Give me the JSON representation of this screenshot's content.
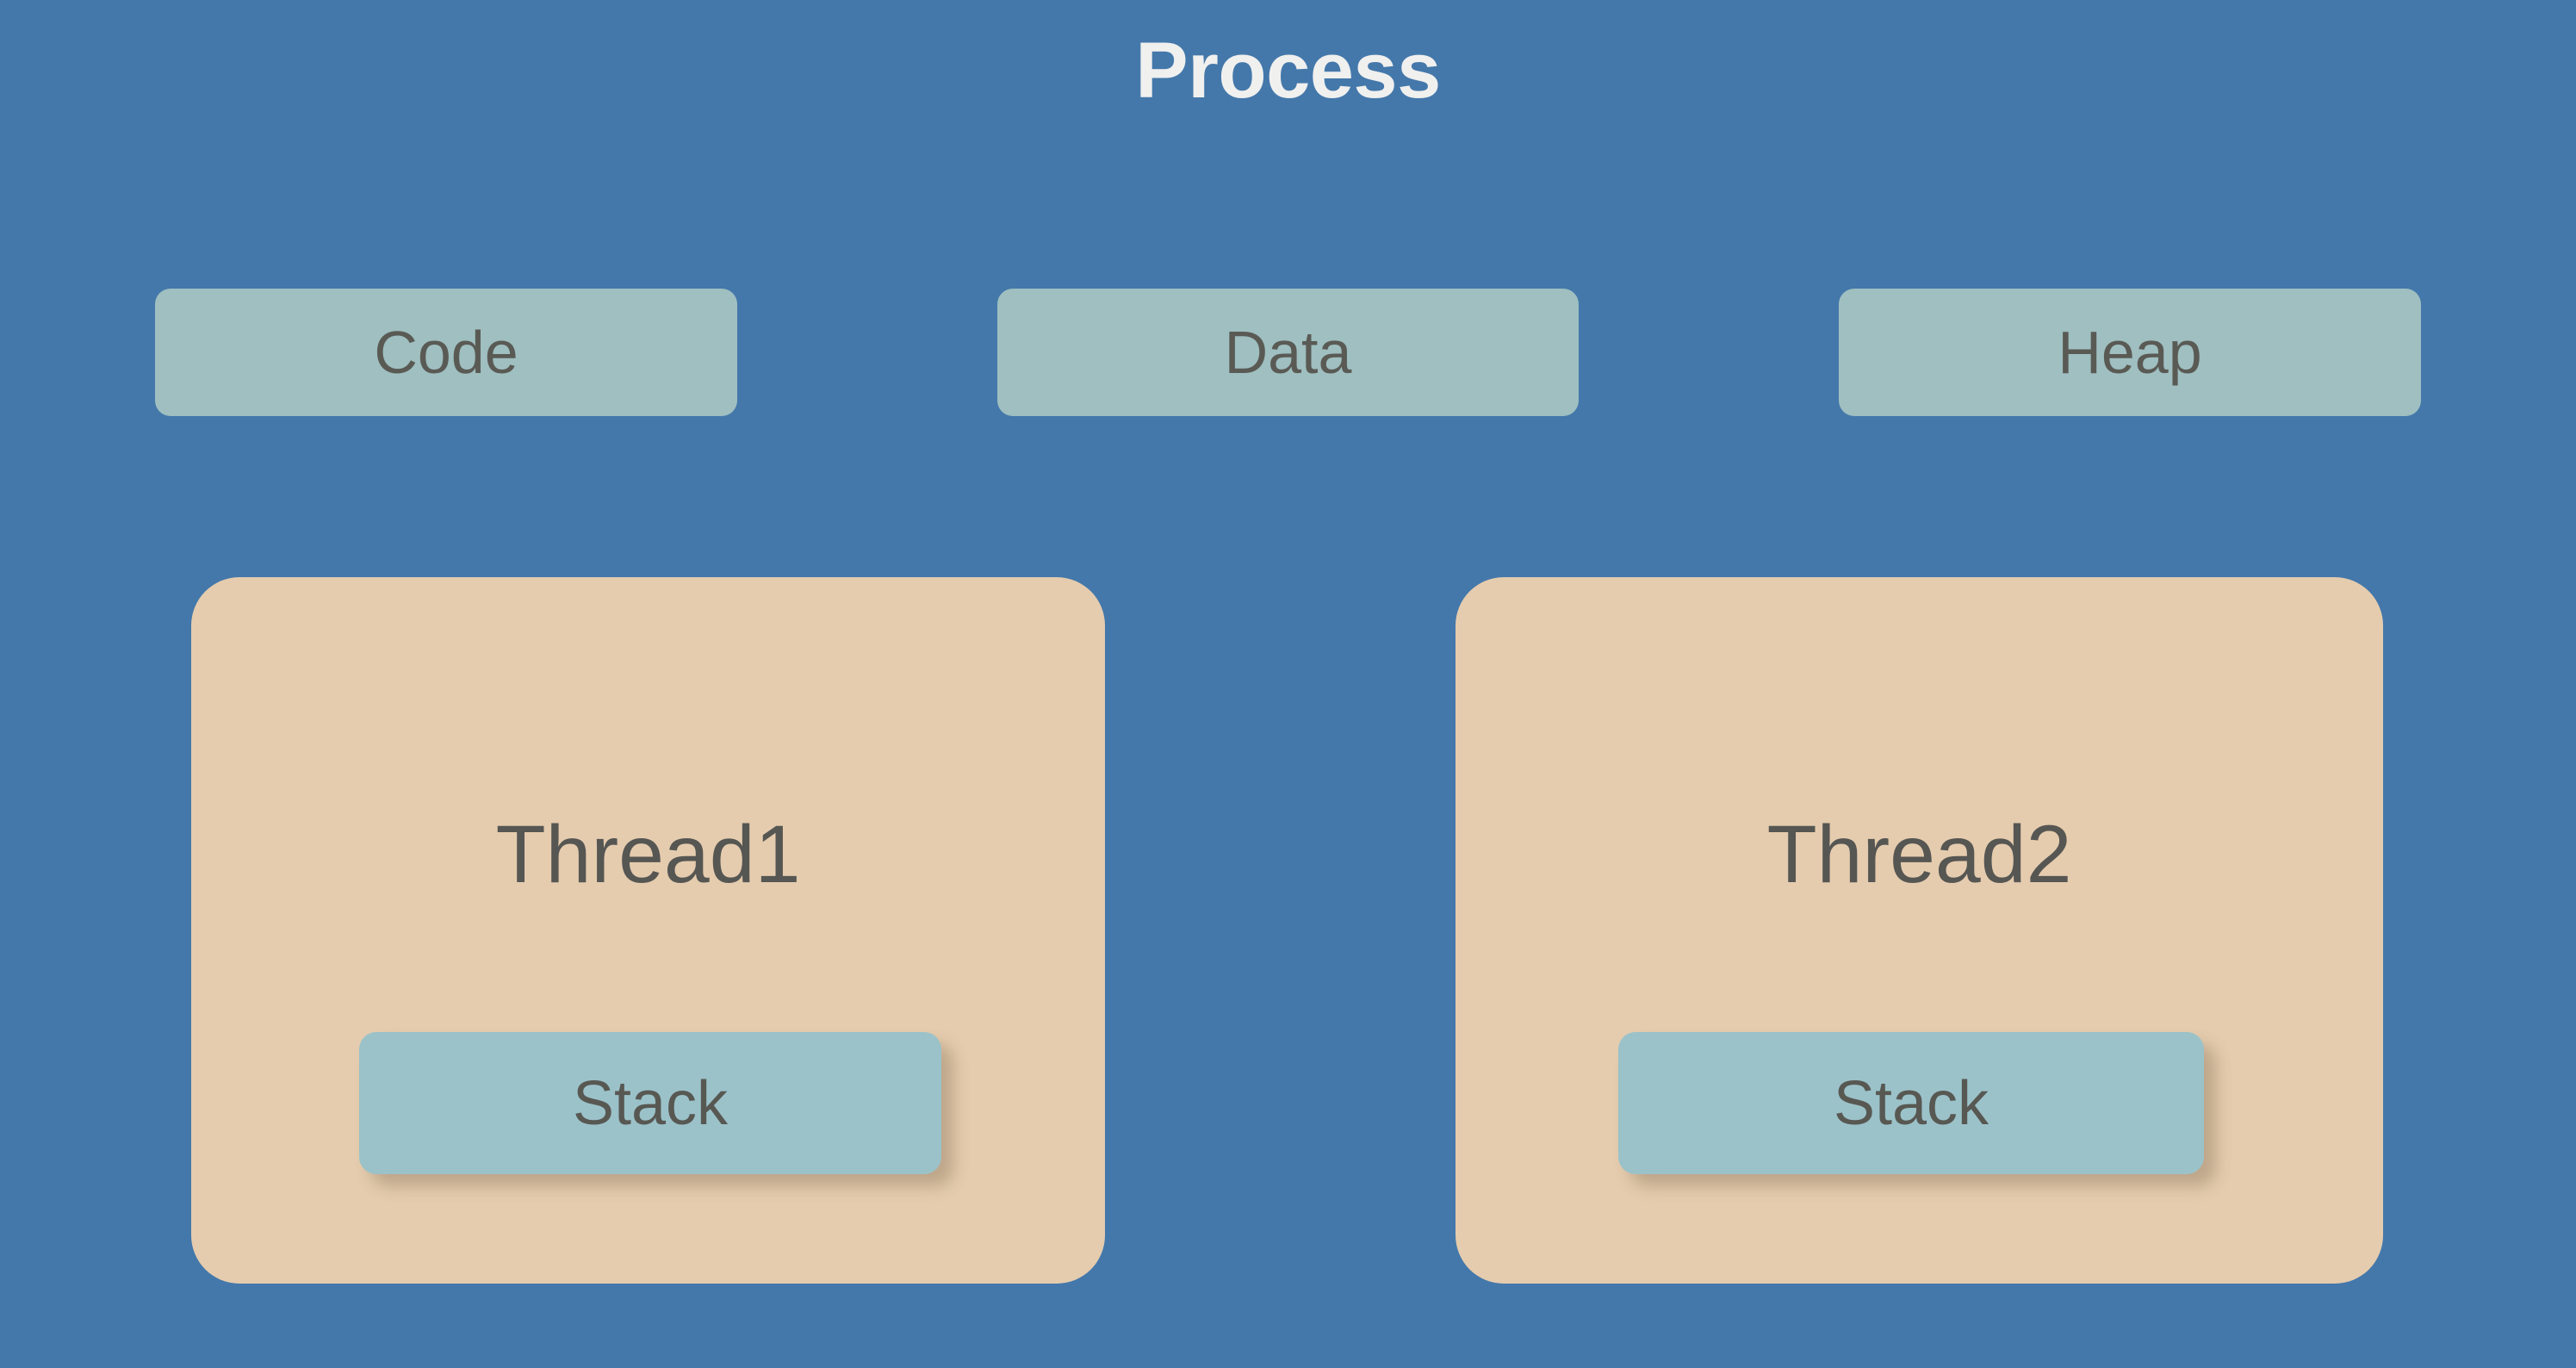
{
  "diagram": {
    "title": "Process",
    "background_color": "#4478aa",
    "title_color": "#f0f0ef"
  },
  "segments": {
    "box_color": "#9fbfc0",
    "label_color": "#5a5a55",
    "items": [
      {
        "label": "Code"
      },
      {
        "label": "Data"
      },
      {
        "label": "Heap"
      }
    ]
  },
  "threads": {
    "box_color": "#e5ccae",
    "label_color": "#565653",
    "stack_color": "#9bc2c9",
    "items": [
      {
        "label": "Thread1",
        "stack_label": "Stack"
      },
      {
        "label": "Thread2",
        "stack_label": "Stack"
      }
    ]
  }
}
